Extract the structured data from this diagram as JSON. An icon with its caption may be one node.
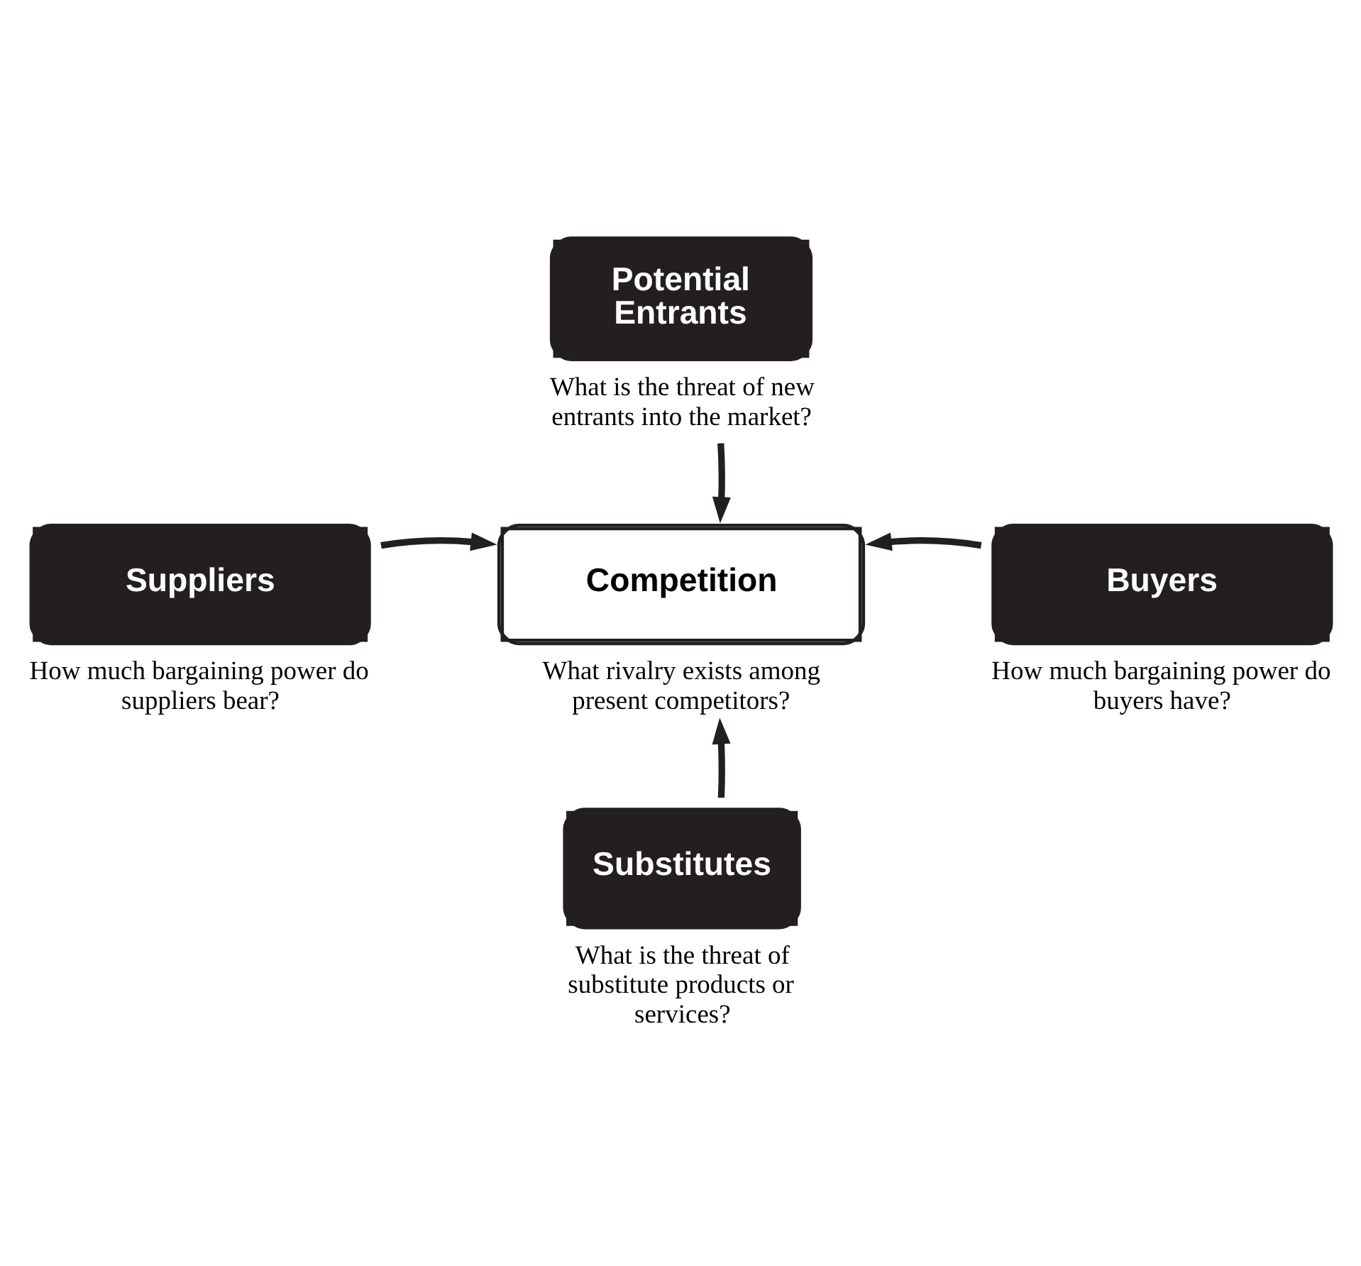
{
  "diagram": {
    "nodes": [
      {
        "text": [
          "Potential Entrants"
        ],
        "beside": [
          "What is the threat of new entrants into the market?"
        ]
      },
      {
        "text": [
          "Competition"
        ],
        "beside": [
          "What rivalry exists among present competitors?"
        ]
      },
      {
        "text": [
          "Suppliers"
        ],
        "beside": [
          "How much bargaining power do suppliers bear?"
        ]
      },
      {
        "text": [
          "Buyers"
        ],
        "beside": [
          "How much bargaining power do buyers have?"
        ]
      },
      {
        "text": [
          "Substitutes"
        ],
        "beside": [
          "What is the threat of substitute products or services?"
        ]
      }
    ],
    "edges": [
      {
        "from": 0,
        "to": 1,
        "arrow": "to"
      },
      {
        "from": 2,
        "to": 1,
        "arrow": "to"
      },
      {
        "from": 3,
        "to": 1,
        "arrow": "to"
      },
      {
        "from": 4,
        "to": 1,
        "arrow": "to"
      }
    ]
  }
}
